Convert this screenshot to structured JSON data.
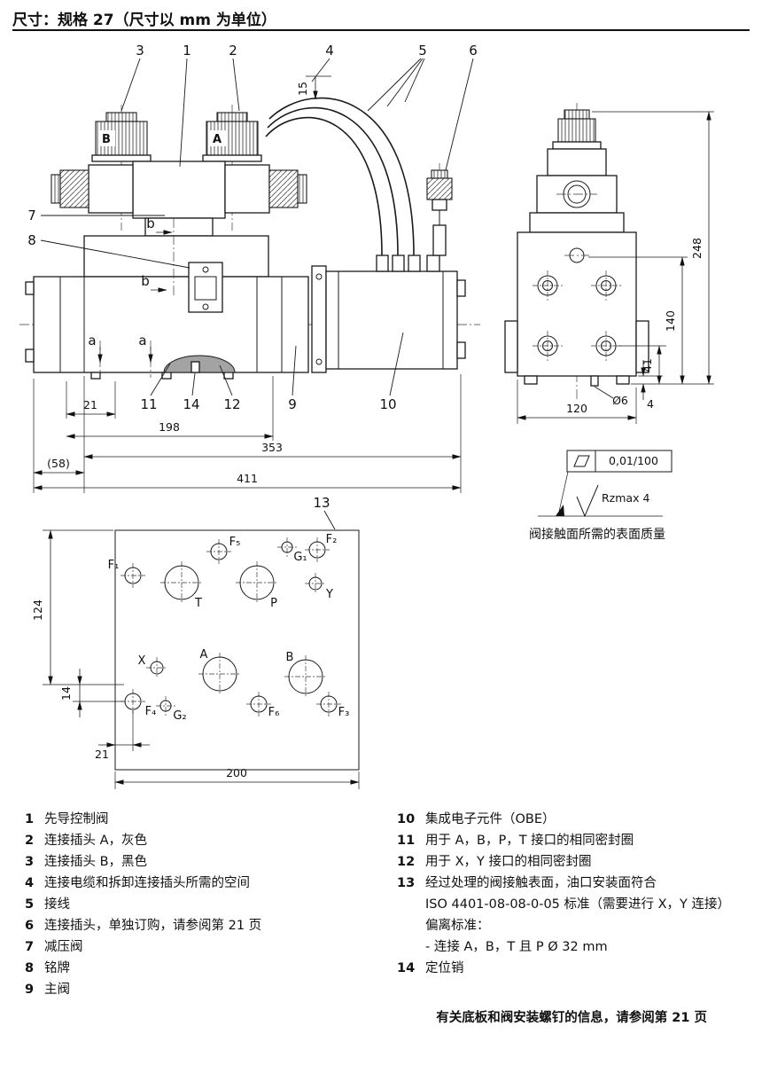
{
  "page": {
    "title": "尺寸：规格 27（尺寸以 mm 为单位）",
    "footer_note": "有关底板和阀安装螺钉的信息，请参阅第 21 页"
  },
  "drawing": {
    "callouts": {
      "n1": "1",
      "n2": "2",
      "n3": "3",
      "n4": "4",
      "n5": "5",
      "n6": "6",
      "n7": "7",
      "n8": "8",
      "n9": "9",
      "n10": "10",
      "n11": "11",
      "n12": "12",
      "n13": "13",
      "n14": "14"
    },
    "part_labels": {
      "plug_b": "B",
      "plug_a": "A",
      "section_b": "b",
      "section_a": "a"
    },
    "front_dims": {
      "d15": "15",
      "d21": "21",
      "d198": "198",
      "d353": "353",
      "d58": "(58)",
      "d411": "411"
    },
    "side_dims": {
      "d248": "248",
      "d140": "140",
      "d41": "41",
      "dia6": "Ø6",
      "d4": "4",
      "d120": "120"
    },
    "pattern_dims": {
      "d124": "124",
      "d14": "14",
      "d21": "21",
      "d200": "200"
    },
    "surface_quality": {
      "flatness": "0,01/100",
      "roughness": "Rzmax 4",
      "caption": "阀接触面所需的表面质量"
    },
    "ports": {
      "f1": "F₁",
      "f5": "F₅",
      "g1": "G₁",
      "f2": "F₂",
      "t": "T",
      "p": "P",
      "y": "Y",
      "x": "X",
      "a": "A",
      "b": "B",
      "f4": "F₄",
      "g2": "G₂",
      "f6": "F₆",
      "f3": "F₃"
    }
  },
  "legend": {
    "left": [
      {
        "num": "1",
        "text": "先导控制阀"
      },
      {
        "num": "2",
        "text": "连接插头 A，灰色"
      },
      {
        "num": "3",
        "text": "连接插头 B，黑色"
      },
      {
        "num": "4",
        "text": "连接电缆和拆卸连接插头所需的空间"
      },
      {
        "num": "5",
        "text": "接线"
      },
      {
        "num": "6",
        "text": "连接插头，单独订购，请参阅第 21 页"
      },
      {
        "num": "7",
        "text": "减压阀"
      },
      {
        "num": "8",
        "text": "铭牌"
      },
      {
        "num": "9",
        "text": "主阀"
      }
    ],
    "right": [
      {
        "num": "10",
        "text": "集成电子元件（OBE）"
      },
      {
        "num": "11",
        "text": "用于 A，B，P，T 接口的相同密封圈"
      },
      {
        "num": "12",
        "text": "用于 X，Y 接口的相同密封圈"
      },
      {
        "num": "13",
        "text": "经过处理的阀接触表面，油口安装面符合",
        "line2": "ISO 4401-08-08-0-05 标准（需要进行 X，Y 连接）",
        "line3": "偏离标准：",
        "line4": "- 连接 A，B，T 且 P Ø 32 mm"
      },
      {
        "num": "14",
        "text": "定位销"
      }
    ]
  }
}
